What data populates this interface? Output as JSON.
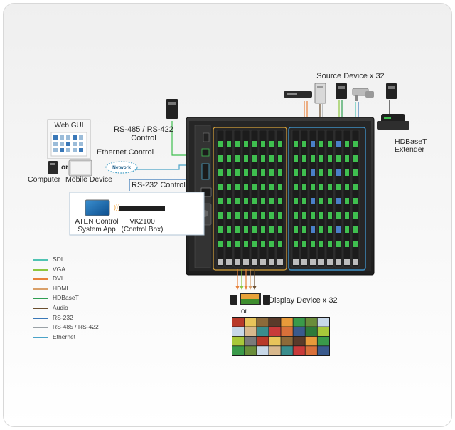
{
  "labels": {
    "source_device": "Source Device x 32",
    "hdbaset_extender": "HDBaseT\nExtender",
    "rs485_control": "RS-485 / RS-422\nControl",
    "web_gui": "Web GUI",
    "ethernet_control": "Ethernet Control",
    "or_1": "or",
    "network": "Network",
    "computer": "Computer",
    "mobile_device": "Mobile Device",
    "rs232_control": "RS-232 Control",
    "aten_app": "ATEN Control\nSystem App",
    "vk2100": "VK2100\n(Control Box)",
    "display_device": "Display Device x 32",
    "or_2": "or"
  },
  "legend": [
    {
      "label": "SDI",
      "color": "#4fc3b3"
    },
    {
      "label": "VGA",
      "color": "#8dc63f"
    },
    {
      "label": "DVI",
      "color": "#e8813a"
    },
    {
      "label": "HDMI",
      "color": "#d9a06a"
    },
    {
      "label": "HDBaseT",
      "color": "#2f9e52"
    },
    {
      "label": "Audio",
      "color": "#6b4e2e"
    },
    {
      "label": "RS-232",
      "color": "#3a78b8"
    },
    {
      "label": "RS-485 / RS-422",
      "color": "#9aa1a6"
    },
    {
      "label": "Ethernet",
      "color": "#4aa3c8"
    }
  ],
  "colors": {
    "chassis": "#2b2b2b",
    "input_group_border": "#3f8fc4",
    "output_group_border": "#d8a23a",
    "card_green": "#3fbf4f"
  }
}
